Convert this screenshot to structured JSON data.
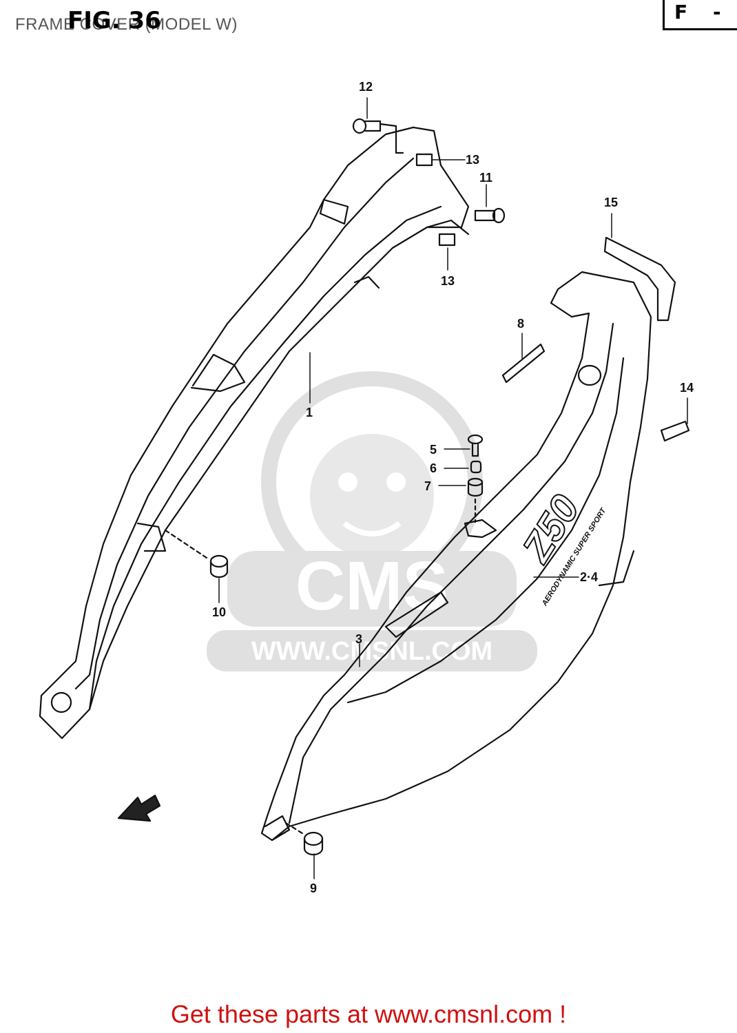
{
  "header": {
    "title": "FRAME COVER (MODEL W)",
    "figure": "FIG. 36",
    "corner_mark_left": "F",
    "corner_mark_right": "-"
  },
  "callouts": [
    {
      "id": "c12",
      "label": "12"
    },
    {
      "id": "c13a",
      "label": "13"
    },
    {
      "id": "c11",
      "label": "11"
    },
    {
      "id": "c13b",
      "label": "13"
    },
    {
      "id": "c15",
      "label": "15"
    },
    {
      "id": "c8",
      "label": "8"
    },
    {
      "id": "c14",
      "label": "14"
    },
    {
      "id": "c1",
      "label": "1"
    },
    {
      "id": "c5",
      "label": "5"
    },
    {
      "id": "c6",
      "label": "6"
    },
    {
      "id": "c7",
      "label": "7"
    },
    {
      "id": "c24",
      "label": "2·4"
    },
    {
      "id": "c10",
      "label": "10"
    },
    {
      "id": "c3",
      "label": "3"
    },
    {
      "id": "c9",
      "label": "9"
    }
  ],
  "watermark": {
    "brand": "CMS",
    "url": "WWW.CMSNL.COM"
  },
  "cover_marking": {
    "model": "Z50",
    "tagline": "AERODYNAMIC SUPER SPORT"
  },
  "footer": {
    "text": "Get these parts at www.cmsnl.com !"
  },
  "colors": {
    "line": "#111111",
    "watermark": "#d6d6d6",
    "footer": "#d01010",
    "header": "#555555"
  }
}
